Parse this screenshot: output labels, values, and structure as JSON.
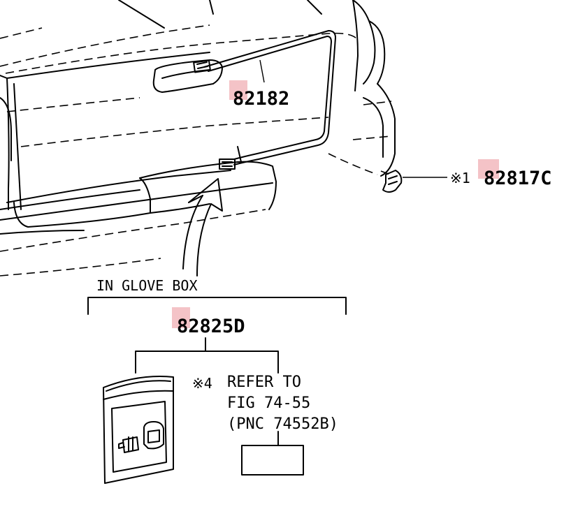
{
  "diagram": {
    "part_numbers": {
      "wire_harness": "82182",
      "clamp": "82817C",
      "glove_box_kit": "82825D"
    },
    "markers": {
      "clamp_note": "※1",
      "kit_note": "※4"
    },
    "glove_box_label": "IN GLOVE BOX",
    "reference": {
      "line1": "REFER TO",
      "line2": "FIG 74-55",
      "line3": "(PNC 74552B)"
    },
    "highlight_color": "#f4c3c7"
  }
}
